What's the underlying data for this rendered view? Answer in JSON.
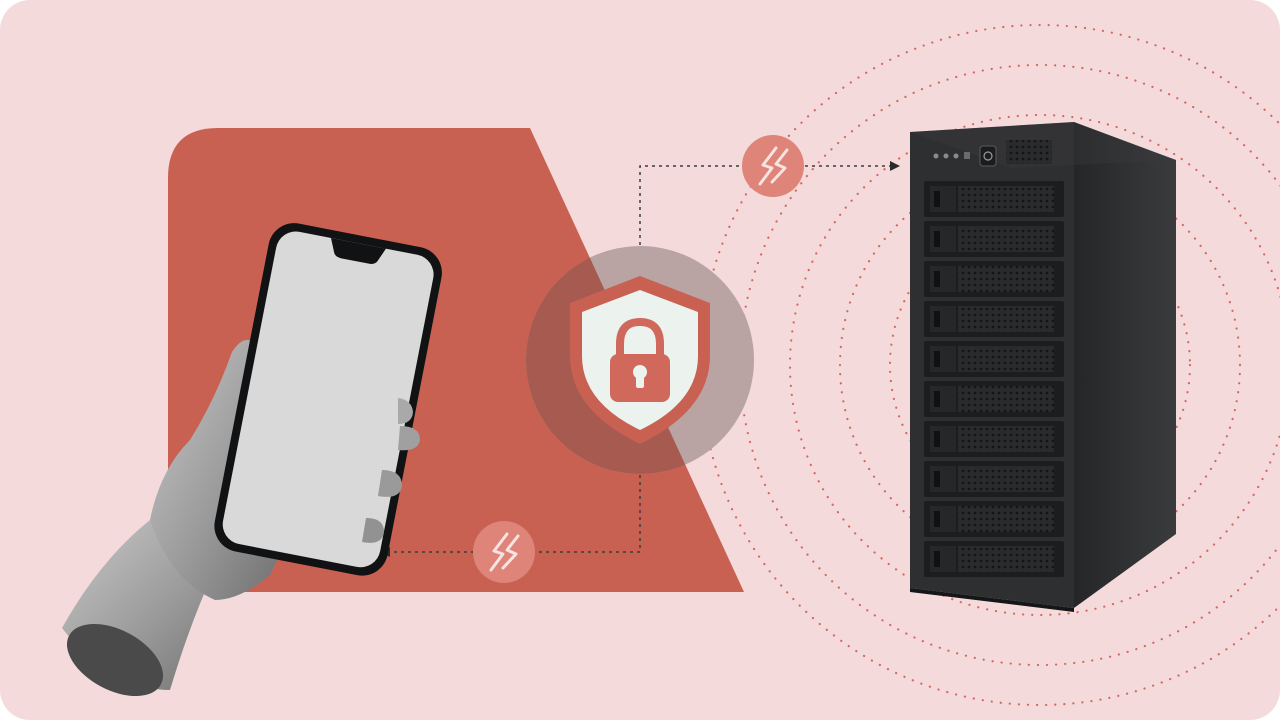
{
  "illustration": {
    "subject": "secure-connection-phone-to-server",
    "icons": [
      "hand-holding-phone",
      "shield-lock-icon",
      "data-transfer-icon",
      "server-tower"
    ]
  },
  "colors": {
    "background": "#F5DADB",
    "accent": "#C96152",
    "accent_light": "#DE8478",
    "shield_fill": "#ECF3EF",
    "server_body": "#2E2F31",
    "server_dark": "#1E1F20",
    "phone_screen": "#D8D8D8",
    "hand_gray": "#9C9C9C"
  }
}
